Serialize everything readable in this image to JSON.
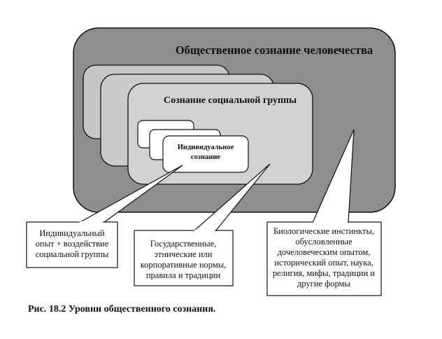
{
  "diagram": {
    "outer_title": "Общественное сознание человечества",
    "group_title": "Сознание социальной группы",
    "individual": [
      "Индивидуальное",
      "сознание"
    ],
    "callouts": [
      {
        "lines": [
          "Индивидуальный",
          "опыт + воздействие",
          "социальной группы"
        ]
      },
      {
        "lines": [
          "Государственные,",
          "этнические или",
          "корпоративные нормы,",
          "правила  и традиции"
        ]
      },
      {
        "lines": [
          "Биологические инстинкты,",
          "обусловленные",
          "дочеловеческим опытом,",
          "исторический опыт, наука,",
          "религия, мифы, традиции и",
          "другие формы"
        ]
      }
    ],
    "caption": "Рис. 18.2 Уровни общественного сознания."
  },
  "colors": {
    "outer": "#8e8e8e",
    "mid": "#c6c6c6",
    "group": "#d2d2d2",
    "stroke": "#111111"
  }
}
